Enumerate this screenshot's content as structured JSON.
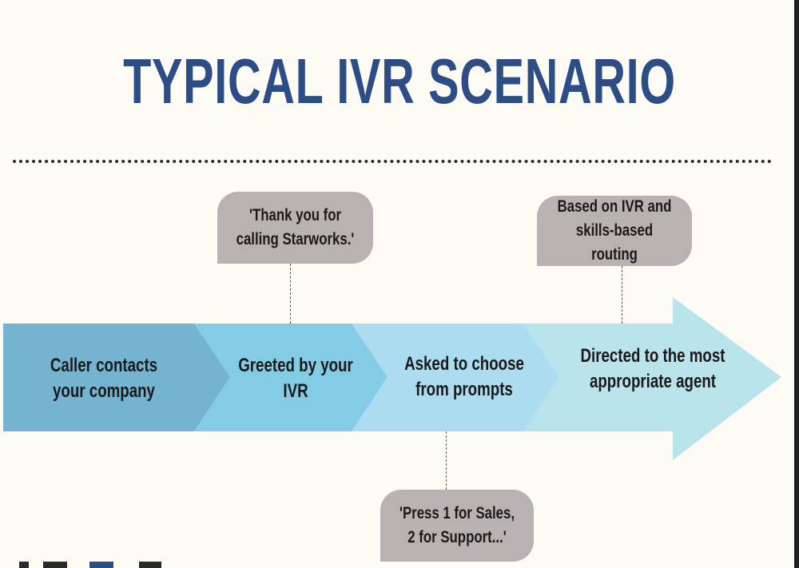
{
  "title": "TYPICAL IVR SCENARIO",
  "steps": [
    {
      "label": "Caller contacts your company",
      "color": "#74b4d1"
    },
    {
      "label": "Greeted by your IVR",
      "color": "#84cbe6"
    },
    {
      "label": "Asked to choose from prompts",
      "color": "#abdcef"
    },
    {
      "label": "Directed to the most appropriate agent",
      "color": "#bae4eb"
    }
  ],
  "callouts": {
    "greeting": "'Thank you for calling Starworks.'",
    "prompts": "'Press 1 for Sales, 2 for Support...'",
    "routing": "Based on IVR and skills-based routing"
  },
  "colors": {
    "title": "#2c4d86",
    "callout_bg": "#b8b2b2",
    "background": "#fdfbf3"
  }
}
